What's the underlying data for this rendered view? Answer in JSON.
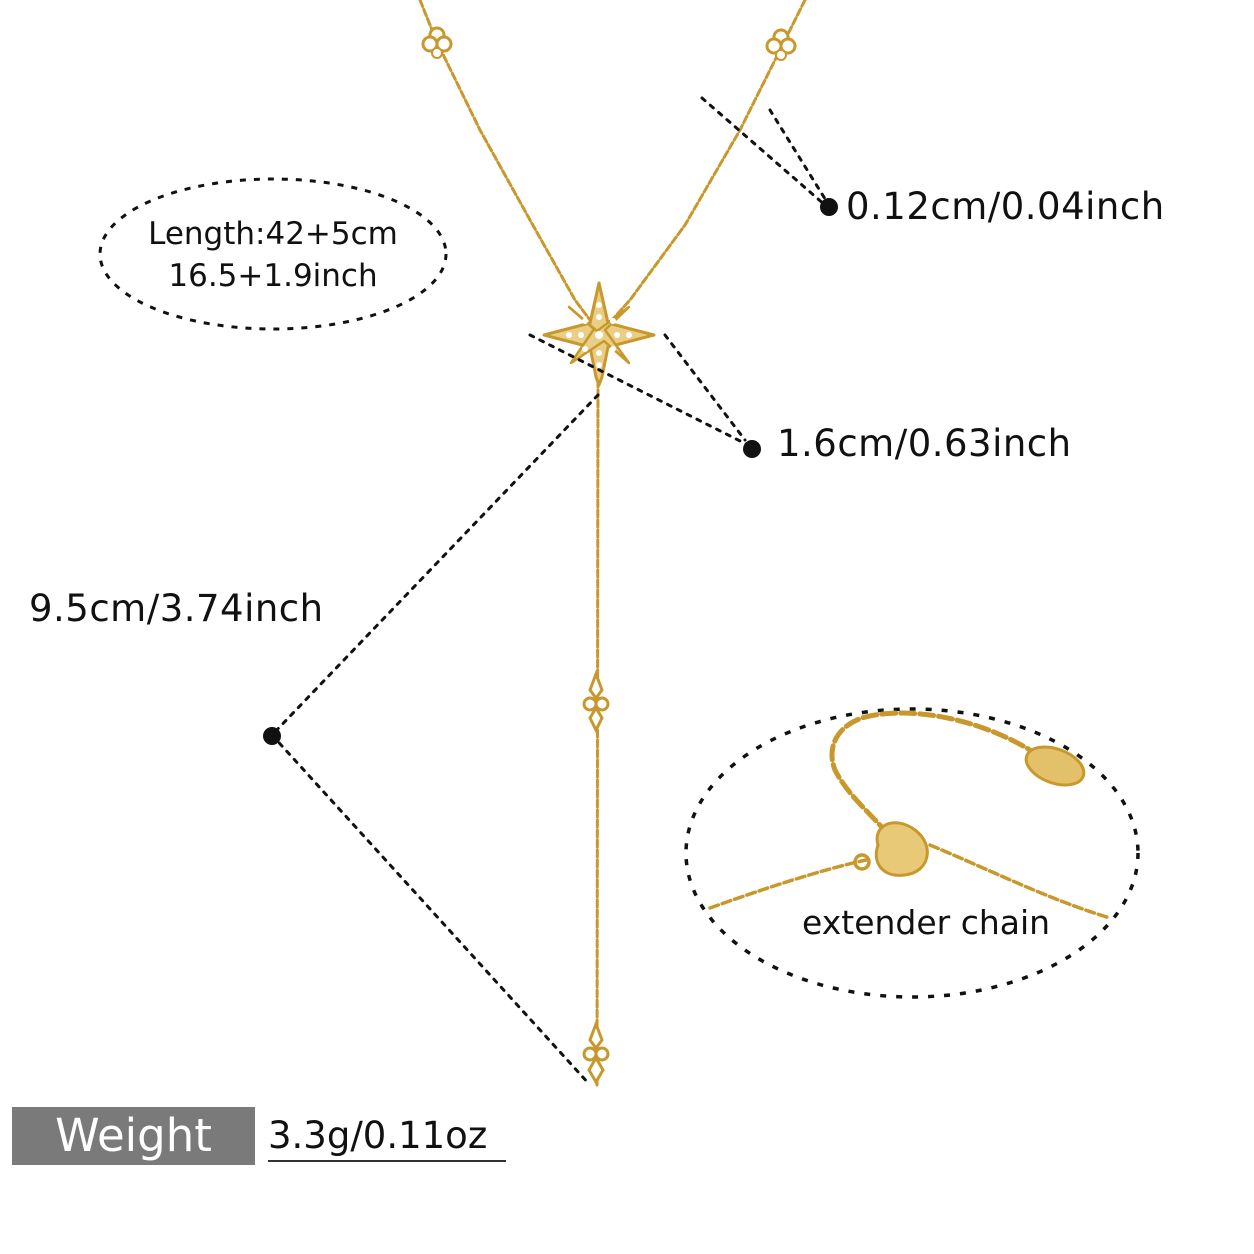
{
  "labels": {
    "length_line1": "Length:42+5cm",
    "length_line2": "16.5+1.9inch",
    "chain_width": "0.12cm/0.04inch",
    "pendant_size": "1.6cm/0.63inch",
    "drop_length": "9.5cm/3.74inch",
    "extender": "extender chain"
  },
  "weight": {
    "title": "Weight",
    "value": "3.3g/0.11oz"
  },
  "colors": {
    "gold": "#d4a93a",
    "gold_dark": "#b08424",
    "ink": "#111111",
    "weight_box": "#7a7a7a",
    "crystal": "#ffffff"
  }
}
